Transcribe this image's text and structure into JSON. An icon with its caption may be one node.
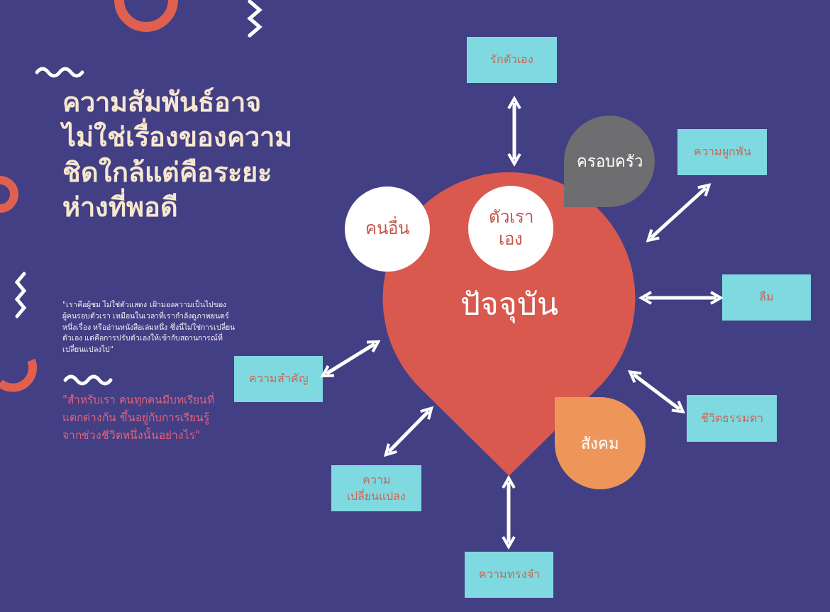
{
  "diagram": {
    "title": "ความสัมพันธ์อาจไม่ใช่เรื่องของความชิดใกล้แต่คือระยะห่างที่พอดี",
    "nodes": [
      {
        "text": [
          "ปัจจุบัน"
        ]
      },
      {
        "text": [
          "คนอื่น"
        ]
      },
      {
        "text": [
          "ตัวเราเอง"
        ],
        "in": 0
      },
      {
        "text": [
          "ครอบครัว"
        ]
      },
      {
        "text": [
          "สังคม"
        ]
      },
      {
        "text": [
          "รักตัวเอง"
        ]
      },
      {
        "text": [
          "ความผูกพัน"
        ]
      },
      {
        "text": [
          "ลืม"
        ]
      },
      {
        "text": [
          "ชีวิตธรรมดา"
        ]
      },
      {
        "text": [
          "ความทรงจำ"
        ]
      },
      {
        "text": [
          "ความเปลี่ยนแปลง"
        ]
      },
      {
        "text": [
          "ความสำคัญ"
        ]
      }
    ],
    "edges": [
      {
        "from": 0,
        "to": 5,
        "arrow": "both"
      },
      {
        "from": 0,
        "to": 6,
        "arrow": "both"
      },
      {
        "from": 0,
        "to": 7,
        "arrow": "both"
      },
      {
        "from": 0,
        "to": 8,
        "arrow": "both"
      },
      {
        "from": 0,
        "to": 9,
        "arrow": "both"
      },
      {
        "from": 0,
        "to": 10,
        "arrow": "both"
      },
      {
        "from": 0,
        "to": 11,
        "arrow": "both"
      }
    ],
    "labels": [
      "\"เราคือผู้ชม ไม่ใช่ตัวแสดง เฝ้ามองความเป็นไปของผู้คนรอบตัวเรา เหมือนในเวลาที่เรากำลังดูภาพยนตร์หนึ่งเรื่อง หรืออ่านหนังสือเล่มหนึ่ง ซึ่งนี่ไม่ใช่การเปลี่ยนตัวเอง แต่คือการปรับตัวเองให้เข้ากับสถานการณ์ที่เปลี่ยนแปลงไป\"",
      "\"สำหรับเรา คนทุกคนมีบทเรียนที่แตกต่างกัน ขึ้นอยู่กับการเรียนรู้จากช่วงชีวิตหนึ่งนั้นอย่างไร\""
    ]
  }
}
